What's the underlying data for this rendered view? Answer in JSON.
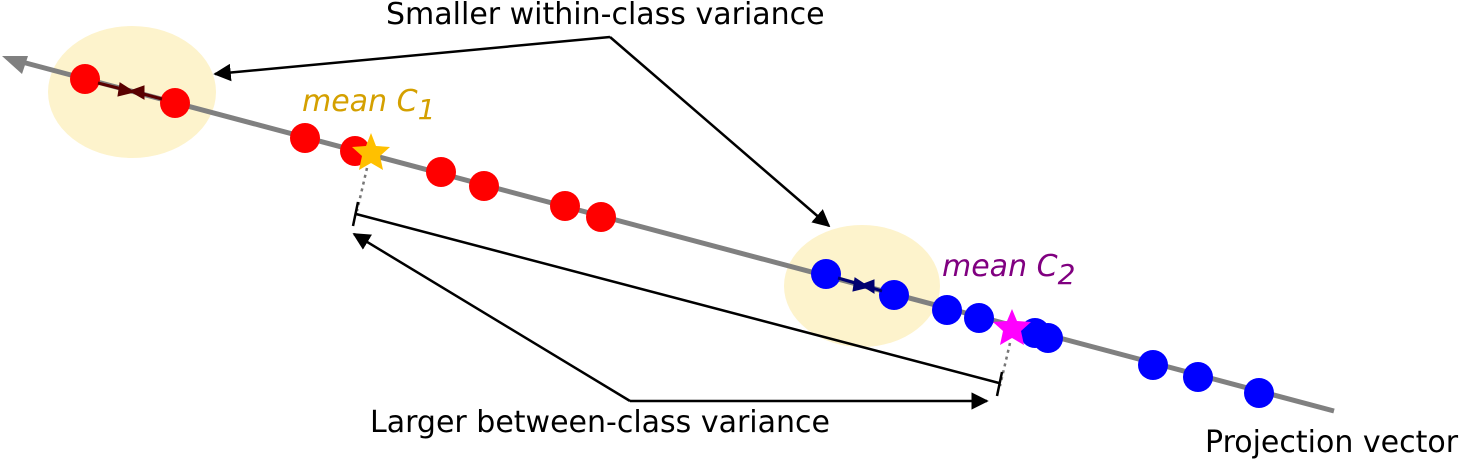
{
  "labels": {
    "within_class": "Smaller within-class variance",
    "between_class": "Larger between-class variance",
    "projection": "Projection vector"
  },
  "means": {
    "c1": {
      "text": "mean C",
      "sub": "1",
      "color": "#d4a000"
    },
    "c2": {
      "text": "mean C",
      "sub": "2",
      "color": "#800080"
    }
  },
  "colors": {
    "class1": "#ff0000",
    "class2": "#0000ff",
    "class1_mean_star": "#ffc000",
    "class2_mean_star": "#ff00ff",
    "projection_line": "#808080",
    "highlight_ellipse": "#fdf3cc",
    "class1_arrow": "#5a0000",
    "class2_arrow": "#000070"
  }
}
